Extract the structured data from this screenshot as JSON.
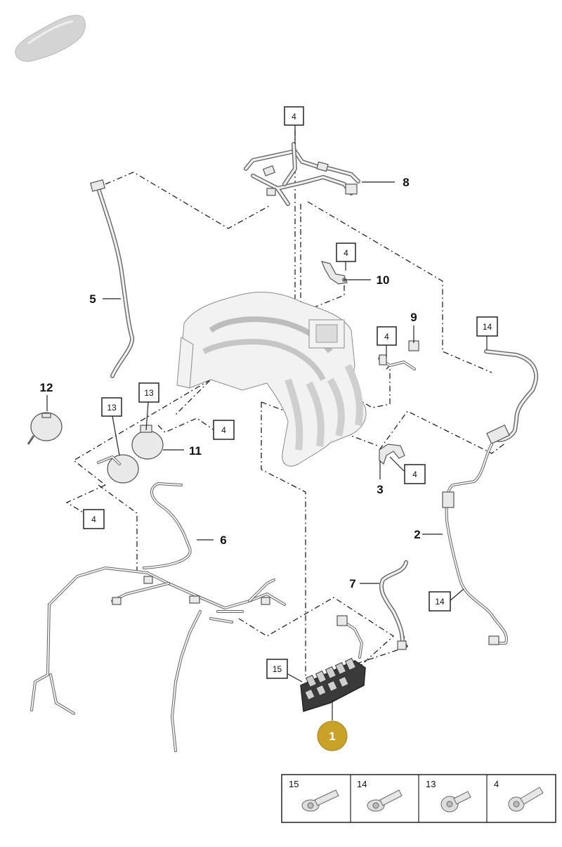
{
  "callouts": {
    "c1": "1",
    "c2": "2",
    "c3": "3",
    "c5": "5",
    "c6": "6",
    "c7": "7",
    "c8": "8",
    "c9": "9",
    "c10": "10",
    "c11": "11",
    "c12": "12"
  },
  "boxes": {
    "b4_top": "4",
    "b4_10": "4",
    "b4_9": "4",
    "b4_11": "4",
    "b4_left": "4",
    "b4_3": "4",
    "b13_a": "13",
    "b13_b": "13",
    "b14_top": "14",
    "b14_bottom": "14",
    "b15": "15"
  },
  "fastener_legend": {
    "items": [
      {
        "label": "15",
        "icon": "flange-bolt-icon"
      },
      {
        "label": "14",
        "icon": "flange-bolt-icon"
      },
      {
        "label": "13",
        "icon": "torx-bolt-icon"
      },
      {
        "label": "4",
        "icon": "torx-bolt-icon"
      }
    ]
  },
  "colors": {
    "highlight": "#c9a227",
    "line": "#222222",
    "part_fill": "#e9e9e9"
  },
  "icons": {
    "vehicle": "car-silhouette-icon"
  }
}
